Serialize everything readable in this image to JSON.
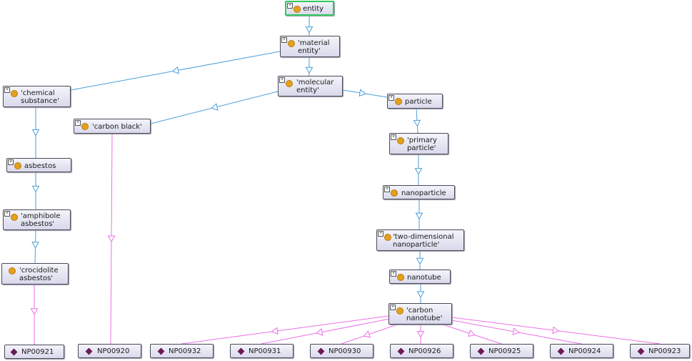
{
  "nodes": {
    "entity": "entity",
    "material_entity": "'material\nentity'",
    "molecular_entity": "'molecular\nentity'",
    "chemical_substance": "'chemical\nsubstance'",
    "carbon_black": "'carbon black'",
    "particle": "particle",
    "primary_particle": "'primary\nparticle'",
    "nanoparticle": "nanoparticle",
    "two_dimensional_nanoparticle": "'two-dimensional\nnanoparticle'",
    "nanotube": "nanotube",
    "carbon_nanotube": "'carbon\nnanotube'",
    "asbestos": "asbestos",
    "amphibole_asbestos": "'amphibole\nasbestos'",
    "crocidolite_asbestos": "'crocidolite\nasbestos'"
  },
  "individuals": {
    "np00921": "NP00921",
    "np00920": "NP00920",
    "np00932": "NP00932",
    "np00931": "NP00931",
    "np00930": "NP00930",
    "np00926": "NP00926",
    "np00925": "NP00925",
    "np00924": "NP00924",
    "np00923": "NP00923"
  },
  "colors": {
    "subclass_edge": "#4a9ed8",
    "instance_edge": "#ee6ee6",
    "class_icon": "#e3a11c",
    "individual_icon": "#6a1a55",
    "root_border": "#2ec95a"
  },
  "icons": {
    "class": "class-circle-icon",
    "individual": "individual-diamond-icon",
    "expand": "expand-plus-icon"
  }
}
